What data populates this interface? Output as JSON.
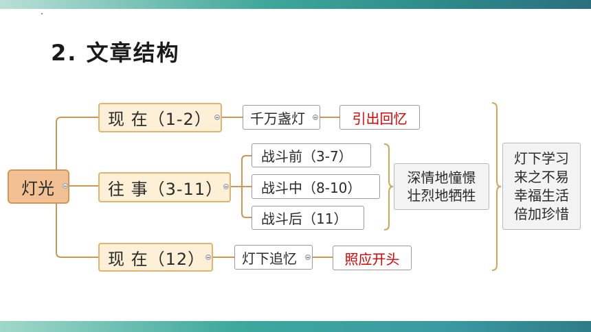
{
  "title": "2. 文章结构",
  "root": "灯光",
  "branches": {
    "now1": "现 在（1-2）",
    "past": "往 事（3-11）",
    "now2": "现 在（12）"
  },
  "leaves": {
    "lamps": "千万盏灯",
    "fight_before": "战斗前（3-7）",
    "fight_during": "战斗中（8-10）",
    "fight_after": "战斗后（11）",
    "recall": "灯下追忆"
  },
  "results": {
    "lead_in": "引出回忆",
    "echo": "照应开头"
  },
  "summary1": {
    "line1": "深情地憧憬",
    "line2": "壮烈地牺牲"
  },
  "summary2": {
    "line1": "灯下学习",
    "line2": "来之不易",
    "line3": "幸福生活",
    "line4": "倍加珍惜"
  },
  "colors": {
    "connector": "#c8994f",
    "root_fill": "#f2c193",
    "branch_fill": "#fdf0d7",
    "highlight_text": "#e00000",
    "brace": "#d4a35a",
    "band": "#3fa79a"
  }
}
